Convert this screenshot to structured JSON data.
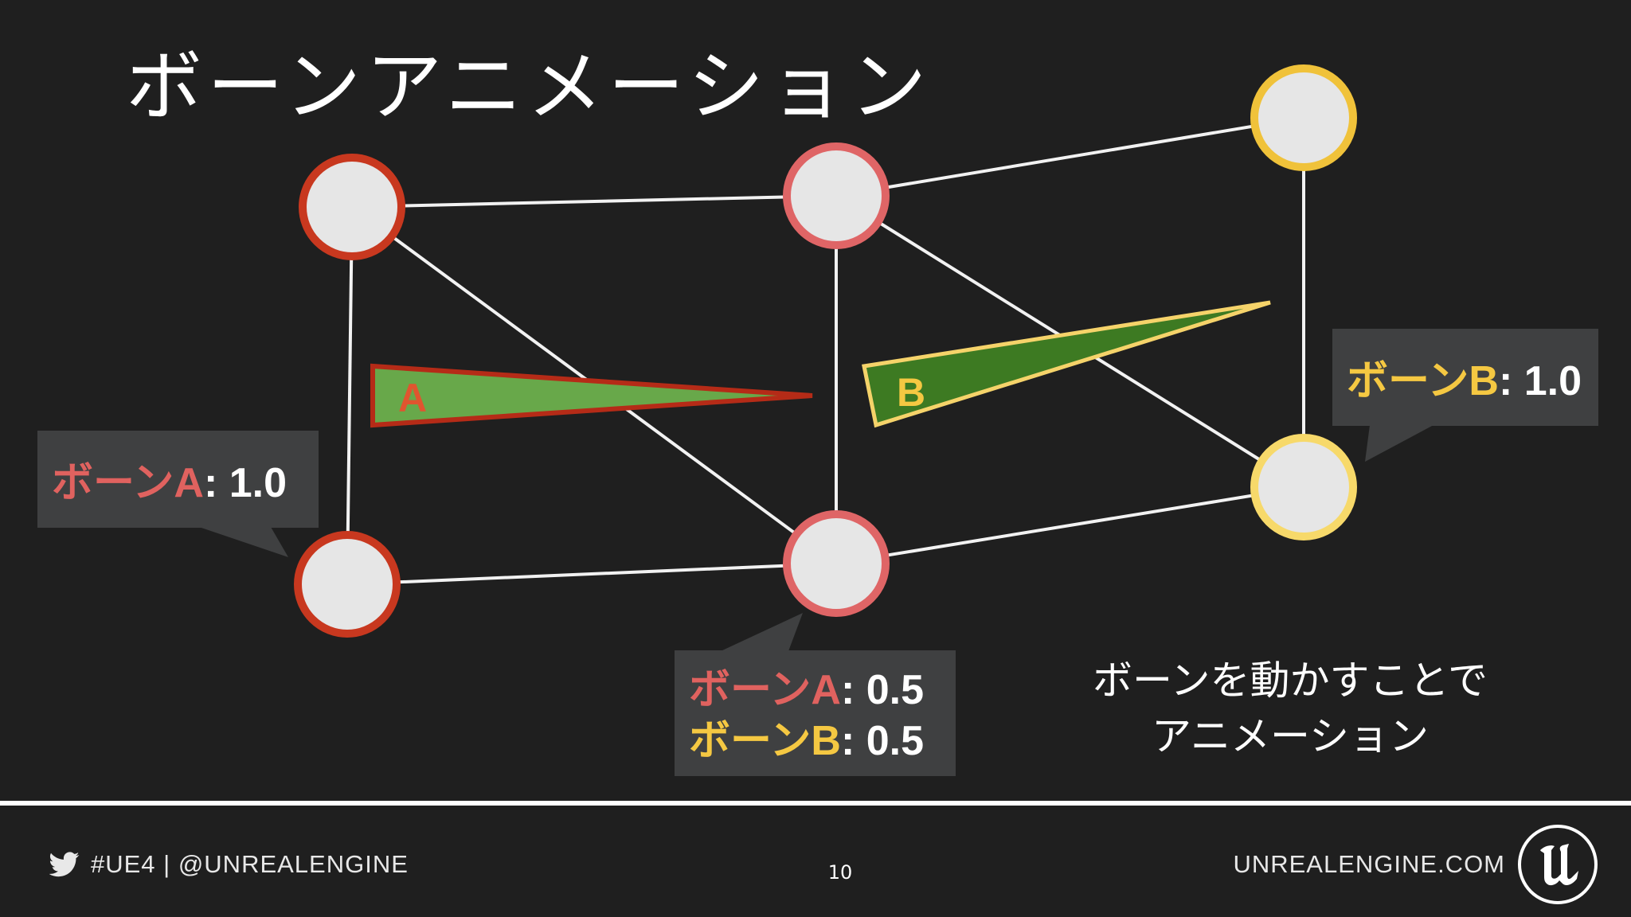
{
  "slide": {
    "title": "ボーンアニメーション",
    "page_number": "10"
  },
  "diagram": {
    "bone_labels": {
      "a": "A",
      "b": "B"
    },
    "callouts": {
      "left": {
        "bone": "ボーンA",
        "value": ": 1.0"
      },
      "right": {
        "bone": "ボーンB",
        "value": ": 1.0"
      },
      "middle": [
        {
          "bone": "ボーンA",
          "value": ": 0.5"
        },
        {
          "bone": "ボーンB",
          "value": ": 0.5"
        }
      ]
    },
    "caption": [
      "ボーンを動かすことで",
      "アニメーション"
    ]
  },
  "footer": {
    "hashtag": "#UE4 | @UNREALENGINE",
    "site": "UNREALENGINE.COM"
  },
  "colors": {
    "background": "#1f1f1f",
    "bone_a": "#e0625f",
    "bone_b": "#f5c842",
    "bone_fill": "#5aa64a",
    "callout_bg": "#3f4041"
  },
  "icons": [
    "twitter-bird-icon",
    "unreal-engine-logo-icon"
  ]
}
